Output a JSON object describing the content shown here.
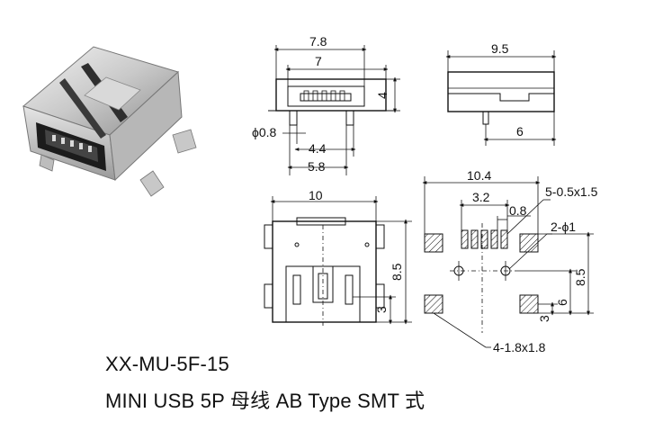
{
  "model_code": "XX-MU-5F-15",
  "product_description": "MINI USB 5P 母线 AB Type SMT 式",
  "dimensions": {
    "front_outer_width": "7.8",
    "front_inner_width": "7",
    "front_height": "4",
    "leg_diameter": "ϕ0.8",
    "leg_pitch": "4.4",
    "leg_outer": "5.8",
    "side_length": "9.5",
    "side_leg_position": "6",
    "top_width": "10",
    "top_length": "8.5",
    "top_leg_offset": "3",
    "footprint_width": "10.4",
    "pin_span": "3.2",
    "pin_pitch": "0.8",
    "pin_pads": "5-0.5x1.5",
    "holes": "2-ϕ1",
    "footprint_length": "8.5",
    "hole_row_offset": "6",
    "pad_row_offset": "3",
    "mount_pads": "4-1.8x1.8"
  }
}
